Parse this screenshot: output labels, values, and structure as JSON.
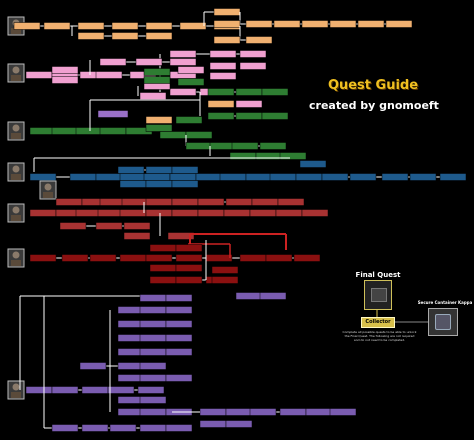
{
  "header": {
    "title": "Quest Guide",
    "subtitle": "created by gnomoeft"
  },
  "final_quest": {
    "heading": "Final Quest",
    "name": "Collector",
    "note": "Complete all possible quests to be able to unlock the Final Quest. The following are not required and do not need to be completed."
  },
  "reward": {
    "heading": "Secure Container Kappa"
  },
  "icons": [
    "trader-portrait-icon",
    "quest-item-icon",
    "secure-container-icon"
  ],
  "colors": {
    "background": "#000000",
    "trader_branches": [
      "#f0b070",
      "#f0a0d0",
      "#2e7d32",
      "#1e5a8c",
      "#a83232",
      "#8b1010",
      "#7a5cb0"
    ],
    "connector": "#ffffff",
    "highlight_line": "#cc2222",
    "title": "#f0c020",
    "final_quest": "#d8c04a"
  }
}
